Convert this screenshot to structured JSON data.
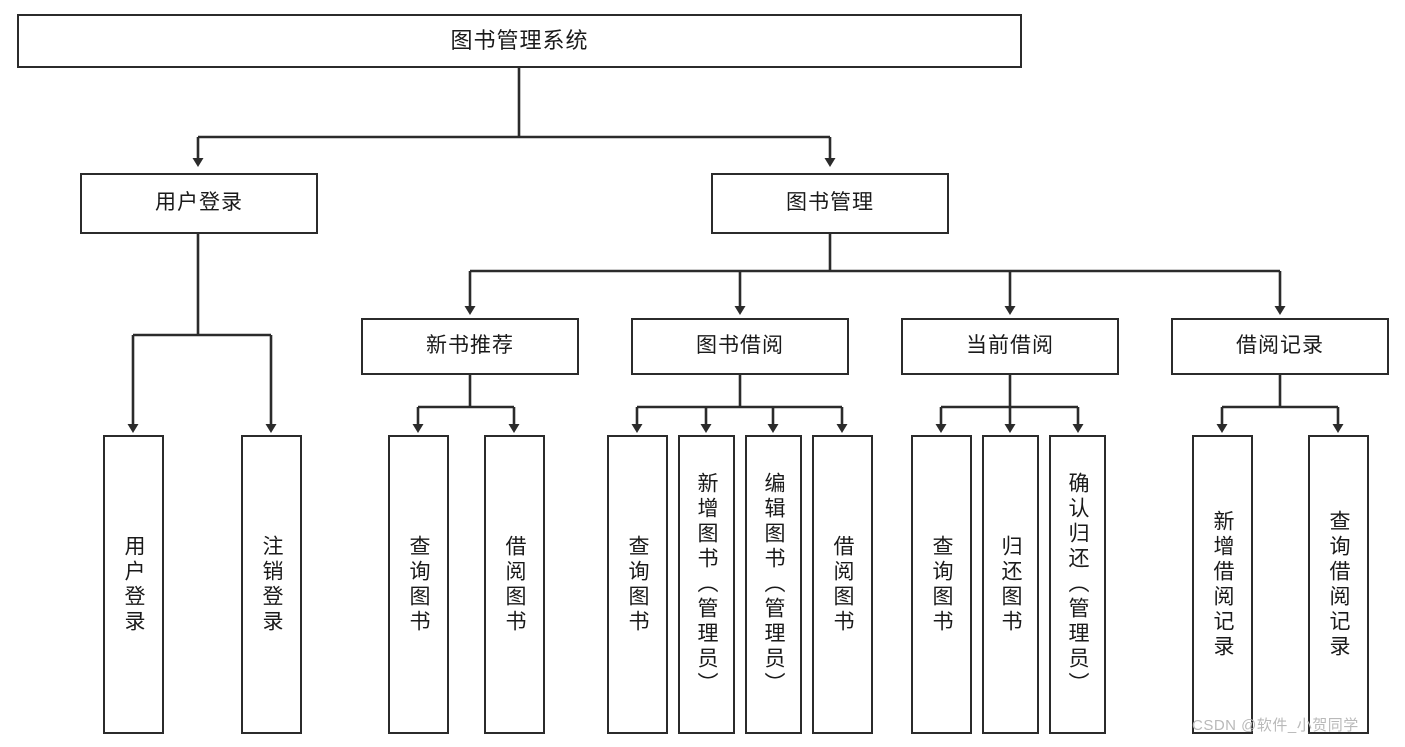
{
  "diagram": {
    "type": "hierarchy-tree",
    "title": "图书管理系统",
    "root": {
      "label": "图书管理系统"
    },
    "level1": [
      {
        "label": "用户登录"
      },
      {
        "label": "图书管理"
      }
    ],
    "level2": [
      {
        "label": "新书推荐"
      },
      {
        "label": "图书借阅"
      },
      {
        "label": "当前借阅"
      },
      {
        "label": "借阅记录"
      }
    ],
    "leaves": {
      "user_login": [
        {
          "label": "用户登录"
        },
        {
          "label": "注销登录"
        }
      ],
      "new_book_recommend": [
        {
          "label": "查询图书"
        },
        {
          "label": "借阅图书"
        }
      ],
      "book_borrow": [
        {
          "label": "查询图书"
        },
        {
          "label": "新增图书（管理员）"
        },
        {
          "label": "编辑图书（管理员）"
        },
        {
          "label": "借阅图书"
        }
      ],
      "current_borrow": [
        {
          "label": "查询图书"
        },
        {
          "label": "归还图书"
        },
        {
          "label": "确认归还（管理员）"
        }
      ],
      "borrow_record": [
        {
          "label": "新增借阅记录"
        },
        {
          "label": "查询借阅记录"
        }
      ]
    }
  },
  "watermark": {
    "text": "CSDN @软件_小贺同学"
  },
  "colors": {
    "stroke": "#2b2b2b",
    "fill": "#ffffff",
    "text": "#1a1a1a",
    "watermark": "#b9b9b9"
  }
}
